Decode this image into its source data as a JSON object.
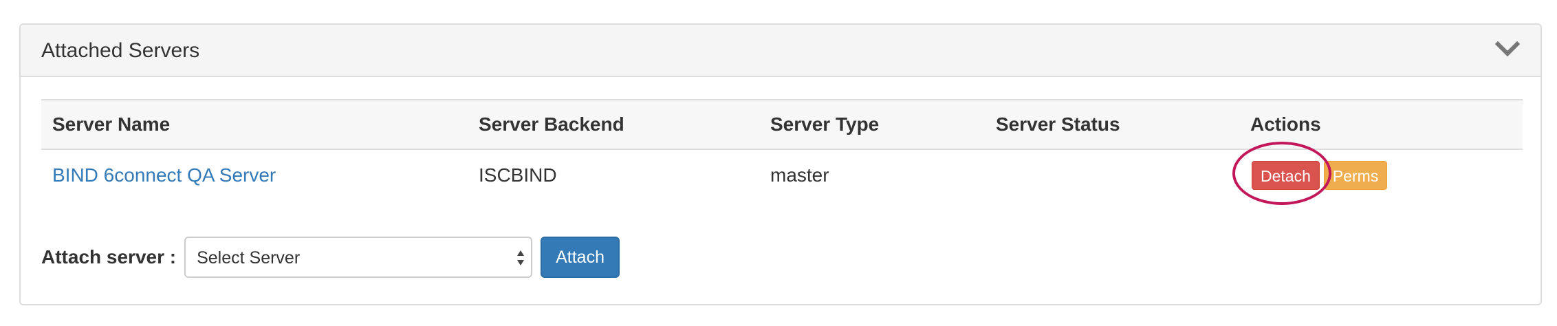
{
  "panel": {
    "title": "Attached Servers",
    "collapse_icon": "chevron-down-icon"
  },
  "table": {
    "headers": [
      "Server Name",
      "Server Backend",
      "Server Type",
      "Server Status",
      "Actions"
    ],
    "rows": [
      {
        "name": "BIND 6connect QA Server",
        "backend": "ISCBIND",
        "type": "master",
        "status": "",
        "actions": {
          "detach_label": "Detach",
          "perms_label": "Perms"
        }
      }
    ]
  },
  "attach": {
    "label": "Attach server :",
    "select_value": "Select Server",
    "button_label": "Attach"
  },
  "colors": {
    "link": "#337ab7",
    "detach": "#d9534f",
    "perms": "#f0ad4e",
    "attach": "#337ab7",
    "highlight": "#c2185b"
  }
}
